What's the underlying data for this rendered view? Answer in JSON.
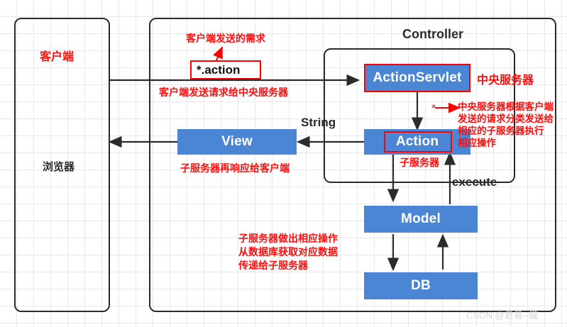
{
  "diagram": {
    "title_controller": "Controller",
    "watermark": "CSDN @君易--鑨",
    "colors": {
      "node_blue": "#4a86d4",
      "annotation_red": "#ff0c0c",
      "outline_red": "#ff0000",
      "line_black": "#2b2b2b",
      "grid": "#e8e8e8"
    }
  },
  "client_box": {
    "top_label": "客户端",
    "bottom_label": "浏览器"
  },
  "nodes": {
    "action_servlet": "ActionServlet",
    "action": "Action",
    "view": "View",
    "model": "Model",
    "db": "DB"
  },
  "chips": {
    "action_pattern": "*.action"
  },
  "edge_labels": {
    "string": "String",
    "execute": "execute"
  },
  "annotations": {
    "client_request_demand": "客户端发送的需求",
    "client_sends_request": "客户端发送请求给中央服务器",
    "central_server": "中央服务器",
    "central_server_dispatch": "中央服务器根据客户端\n发送的请求分类发送给\n相应的子服务器执行\n相应操作",
    "sub_server": "子服务器",
    "sub_server_response": "子服务器再响应给客户端",
    "sub_server_db": "子服务器做出相应操作\n从数据库获取对应数据\n传递给子服务器"
  }
}
